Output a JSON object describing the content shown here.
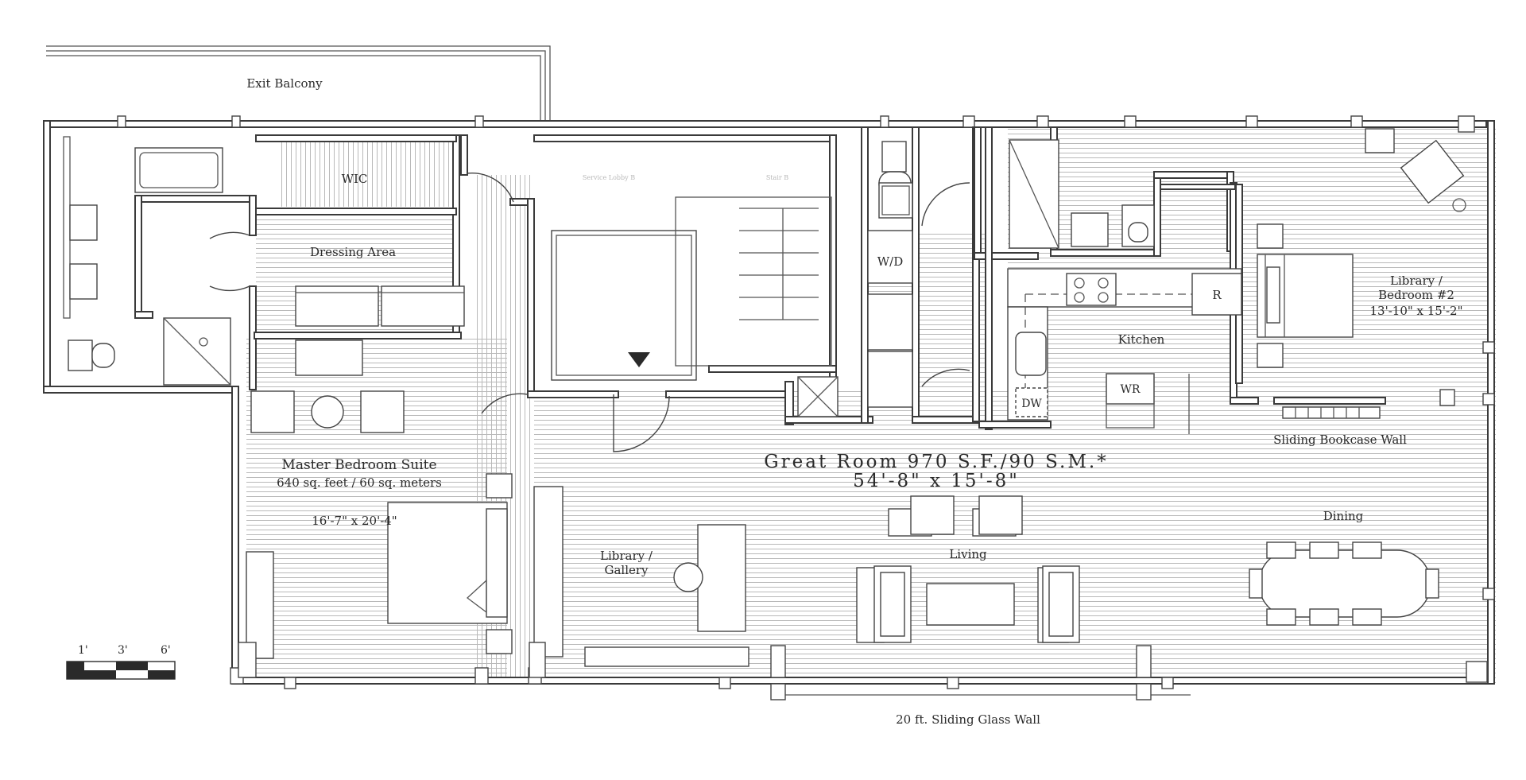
{
  "labels": {
    "exit_balcony": "Exit Balcony",
    "wic": "WIC",
    "dressing_area": "Dressing Area",
    "service_lobby": "Service Lobby B",
    "stair": "Stair B",
    "wd": "W/D",
    "refrigerator": "R",
    "kitchen": "Kitchen",
    "dishwasher": "DW",
    "wine_refrigerator": "WR",
    "library_bedroom_line1": "Library /",
    "library_bedroom_line2": "Bedroom #2",
    "library_bedroom_dims": "13'-10\" x 15'-2\"",
    "sliding_bookcase": "Sliding Bookcase Wall",
    "master_title": "Master Bedroom Suite",
    "master_area": "640 sq. feet / 60 sq. meters",
    "master_dims": "16'-7\" x 20'-4\"",
    "great_room_title": "Great Room 970 S.F./90 S.M.*",
    "great_room_dims": "54'-8\" x 15'-8\"",
    "dining": "Dining",
    "living": "Living",
    "library_gallery_line1": "Library /",
    "library_gallery_line2": "Gallery",
    "sliding_glass_wall": "20 ft. Sliding Glass Wall"
  },
  "scale": {
    "tick_1": "1'",
    "tick_3": "3'",
    "tick_6": "6'"
  }
}
